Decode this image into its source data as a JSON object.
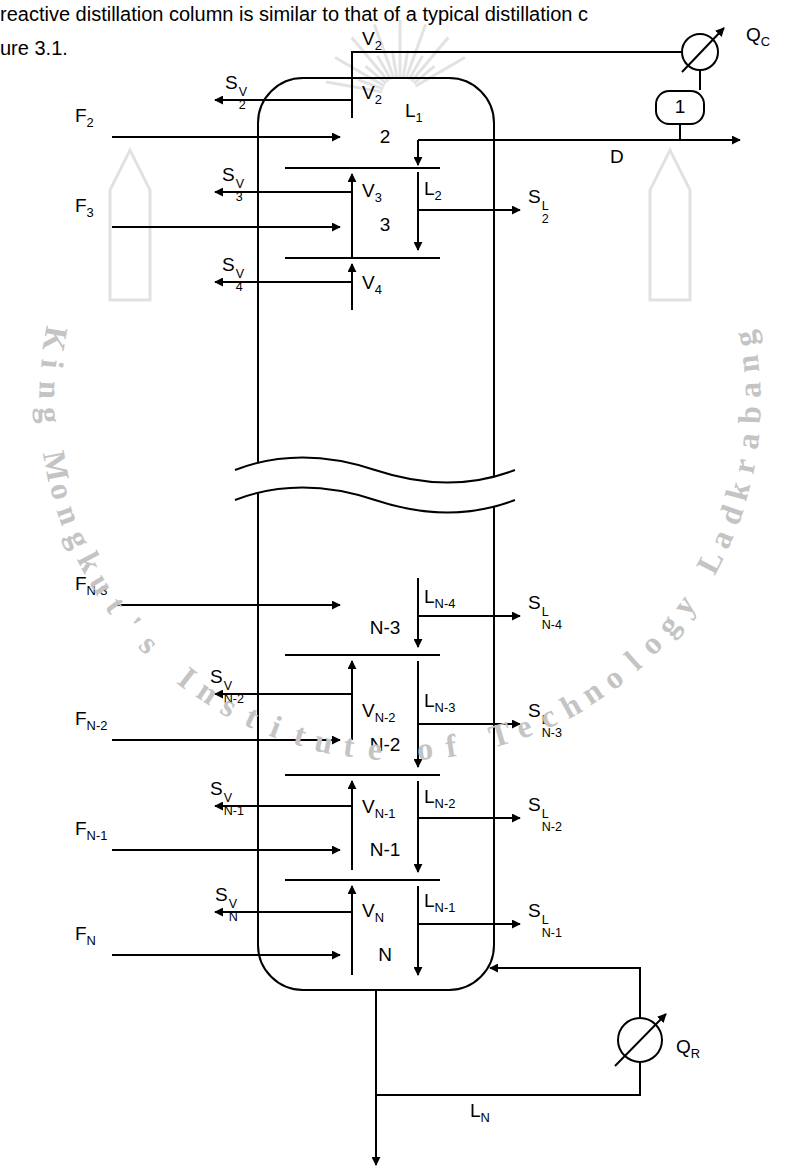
{
  "diagram": {
    "nodes": [
      {
        "text": [
          "1"
        ]
      }
    ],
    "labels": [
      "reactive distillation column is similar to that of a typical distillation c",
      "ure 3.1.",
      "King Mongkut's Institute of Technology Ladkrabang",
      "V2",
      "QC",
      "D",
      "L1",
      "S2V",
      "V2",
      "F2",
      "2",
      "F3",
      "3",
      "S3V",
      "V3",
      "L2",
      "S2L",
      "S4V",
      "V4",
      "FN-3",
      "N-3",
      "LN-4",
      "SN-4L",
      "SN-2V",
      "VN-2",
      "FN-2",
      "N-2",
      "LN-3",
      "SN-3L",
      "SN-1V",
      "VN-1",
      "FN-1",
      "N-1",
      "LN-2",
      "SN-2L",
      "SNV",
      "VN",
      "FN",
      "N",
      "LN-1",
      "SN-1L",
      "QR",
      "LN"
    ]
  }
}
